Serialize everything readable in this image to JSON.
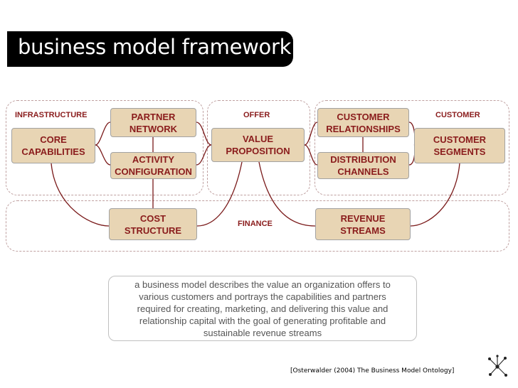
{
  "title": "business model framework",
  "sections": {
    "infrastructure": "INFRASTRUCTURE",
    "offer": "OFFER",
    "customer": "CUSTOMER",
    "finance": "FINANCE"
  },
  "blocks": {
    "core_capabilities": "CORE\nCAPABILITIES",
    "partner_network": "PARTNER\nNETWORK",
    "activity_configuration": "ACTIVITY\nCONFIGURATION",
    "value_proposition": "VALUE\nPROPOSITION",
    "customer_relationships": "CUSTOMER\nRELATIONSHIPS",
    "distribution_channels": "DISTRIBUTION\nCHANNELS",
    "customer_segments": "CUSTOMER\nSEGMENTS",
    "cost_structure": "COST\nSTRUCTURE",
    "revenue_streams": "REVENUE\nSTREAMS"
  },
  "description": "a business model describes the value an organization offers to\nvarious customers and portrays the capabilities and partners\nrequired for creating, marketing, and delivering this value and\nrelationship capital with the goal of generating profitable and\nsustainable revenue streams",
  "citation": "[Osterwalder (2004) The Business Model Ontology]",
  "colors": {
    "accent": "#8a1c1c",
    "box_fill": "#e8d5b4",
    "connector": "#7a1a1a",
    "dashed_border": "#bfa0a0"
  }
}
